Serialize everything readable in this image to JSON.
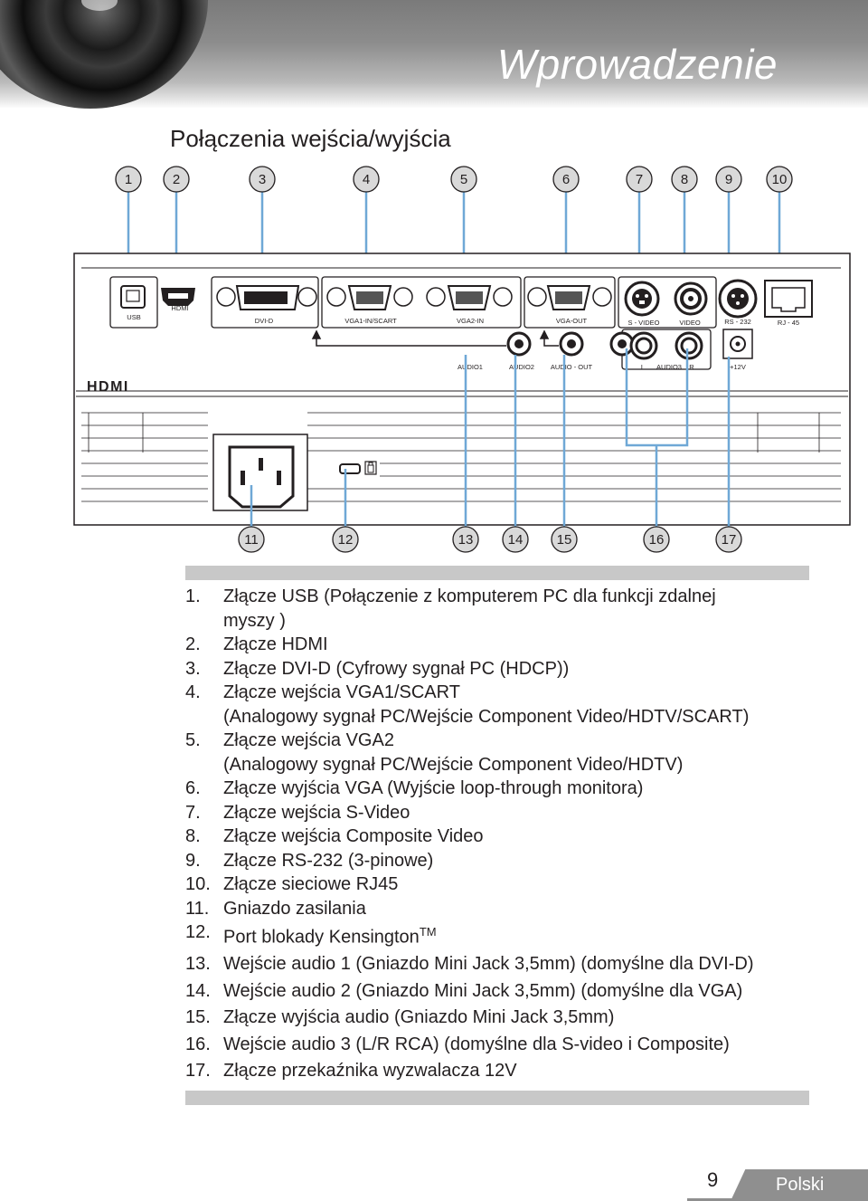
{
  "header": {
    "title": "Wprowadzenie"
  },
  "section": {
    "title": "Połączenia wejścia/wyjścia"
  },
  "callouts_top": [
    "1",
    "2",
    "3",
    "4",
    "5",
    "6",
    "7",
    "8",
    "9",
    "10"
  ],
  "callouts_bottom": [
    "11",
    "12",
    "13",
    "14",
    "15",
    "16",
    "17"
  ],
  "panel_labels": {
    "usb": "USB",
    "hdmi": "HDMI",
    "dvi": "DVI-D",
    "vga1": "VGA1-IN/SCART",
    "vga2": "VGA2-IN",
    "vgaout": "VGA-OUT",
    "svideo": "S - VIDEO",
    "video": "VIDEO",
    "rs232": "RS - 232",
    "rj45": "RJ - 45",
    "audio1": "AUDIO1",
    "audio2": "AUDIO2",
    "audioout": "AUDIO - OUT",
    "l": "L",
    "audio3": "AUDIO3",
    "r": "R",
    "v12": "+12V",
    "hdmi_logo": "HDMI"
  },
  "items": [
    {
      "num": "1.",
      "text": "Złącze USB (Połączenie z komputerem PC dla funkcji zdalnej",
      "cont": "myszy )"
    },
    {
      "num": "2.",
      "text": "Złącze HDMI"
    },
    {
      "num": "3.",
      "text": "Złącze DVI-D (Cyfrowy sygnał PC (HDCP))"
    },
    {
      "num": "4.",
      "text": "Złącze wejścia VGA1/SCART",
      "cont": "(Analogowy sygnał PC/Wejście Component Video/HDTV/SCART)"
    },
    {
      "num": "5.",
      "text": "Złącze wejścia VGA2",
      "cont": "(Analogowy sygnał PC/Wejście Component Video/HDTV)"
    },
    {
      "num": "6.",
      "text": "Złącze wyjścia VGA (Wyjście loop-through monitora)"
    },
    {
      "num": "7.",
      "text": "Złącze wejścia S-Video"
    },
    {
      "num": "8.",
      "text": "Złącze wejścia Composite Video"
    },
    {
      "num": "9.",
      "text": "Złącze RS-232 (3-pinowe)"
    },
    {
      "num": "10.",
      "text": "Złącze sieciowe RJ45"
    },
    {
      "num": "11.",
      "text": "Gniazdo zasilania"
    },
    {
      "num": "12.",
      "text": "Port blokady Kensington",
      "sup": "TM"
    },
    {
      "num": "13.",
      "text": "Wejście audio 1 (Gniazdo Mini Jack 3,5mm) (domyślne dla DVI-D)"
    },
    {
      "num": "14.",
      "text": "Wejście audio 2 (Gniazdo Mini Jack 3,5mm) (domyślne dla VGA)"
    },
    {
      "num": "15.",
      "text": "Złącze wyjścia audio (Gniazdo Mini Jack 3,5mm)"
    },
    {
      "num": "16.",
      "text": "Wejście audio 3 (L/R RCA) (domyślne dla S-video i Composite)"
    },
    {
      "num": "17.",
      "text": "Złącze przekaźnika wyzwalacza 12V"
    }
  ],
  "footer": {
    "page": "9",
    "language": "Polski"
  },
  "colors": {
    "callout_fill": "#d9d9d9",
    "leader": "#6fa8d6",
    "header_gray": "#8d8d8d"
  }
}
